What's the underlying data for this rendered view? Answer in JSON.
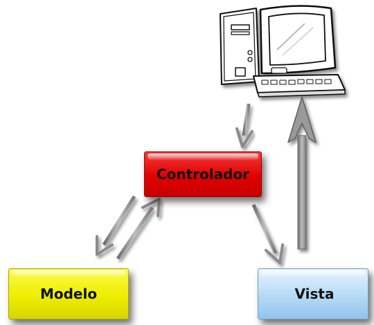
{
  "nodes": {
    "controlador": "Controlador",
    "modelo": "Modelo",
    "vista": "Vista"
  },
  "colors": {
    "controlador": "#e00000",
    "modelo": "#eeee00",
    "vista": "#b9dcf7",
    "arrow": "#8c8c8c"
  },
  "edges": [
    {
      "from": "computer",
      "to": "controlador"
    },
    {
      "from": "controlador",
      "to": "modelo"
    },
    {
      "from": "modelo",
      "to": "controlador"
    },
    {
      "from": "controlador",
      "to": "vista"
    },
    {
      "from": "vista",
      "to": "computer"
    }
  ],
  "icons": {
    "computer": "desktop-computer-icon"
  }
}
